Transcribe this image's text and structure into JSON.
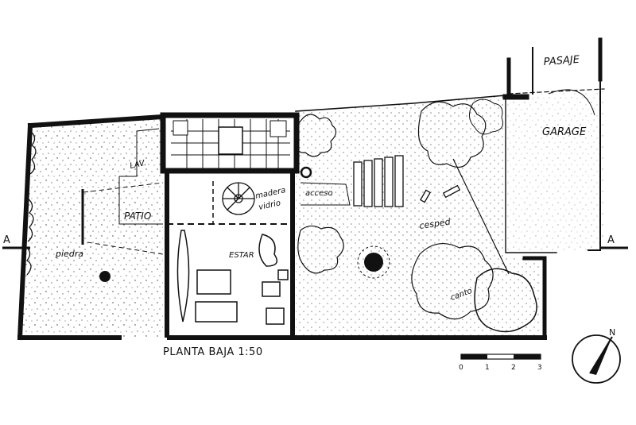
{
  "labels": {
    "pasaje": "PASAJE",
    "garage": "GARAGE",
    "lav": "LAV.",
    "patio": "PATIO",
    "piedra": "piedra",
    "madera_vidrio_1": "madera",
    "madera_vidrio_2": "vidrio",
    "acceso": "acceso",
    "cesped": "cesped",
    "estar": "ESTAR",
    "cantos": "canto",
    "section_left": "A",
    "section_right": "A",
    "north": "N",
    "title": "PLANTA BAJA 1:50"
  },
  "scale": {
    "ticks": [
      "0",
      "1",
      "2",
      "3"
    ]
  },
  "colors": {
    "ink": "#111111",
    "paper": "#ffffff"
  }
}
